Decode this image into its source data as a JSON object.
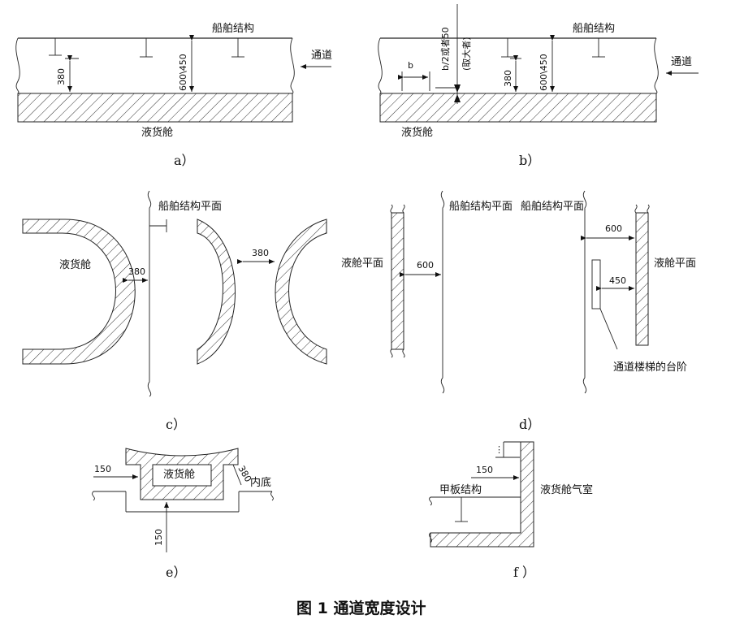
{
  "caption": "图 1 通道宽度设计",
  "panel_a": {
    "letter": "a）",
    "ship_structure": "船舶结构",
    "cargo_tank": "液货舱",
    "passage": "通道",
    "dim_380": "380",
    "dim_600_450": "600\\450"
  },
  "panel_b": {
    "letter": "b）",
    "ship_structure": "船舶结构",
    "cargo_tank": "液货舱",
    "passage": "通道",
    "dim_b": "b",
    "dim_b2": "b/2或者50",
    "dim_b2_note": "(取大者)",
    "dim_380": "380",
    "dim_600_450": "600\\450"
  },
  "panel_c": {
    "letter": "c）",
    "ship_structure_plane": "船舶结构平面",
    "cargo_tank": "液货舱",
    "dim_380_left": "380",
    "dim_380_right": "380"
  },
  "panel_d": {
    "letter": "d）",
    "tank_plane_left": "液舱平面",
    "tank_plane_right": "液舱平面",
    "ship_structure_plane_left": "船舶结构平面",
    "ship_structure_plane_right": "船舶结构平面",
    "dim_600_left": "600",
    "dim_600_right": "600",
    "dim_450": "450",
    "ladder_step": "通道楼梯的台阶"
  },
  "panel_e": {
    "letter": "e）",
    "cargo_tank": "液货舱",
    "inner_bottom": "内底",
    "dim_150_h": "150",
    "dim_150_v": "150",
    "dim_380": "380"
  },
  "panel_f": {
    "letter": "f ）",
    "deck_structure": "甲板结构",
    "dome": "液货舱气室",
    "dim_150": "150"
  }
}
